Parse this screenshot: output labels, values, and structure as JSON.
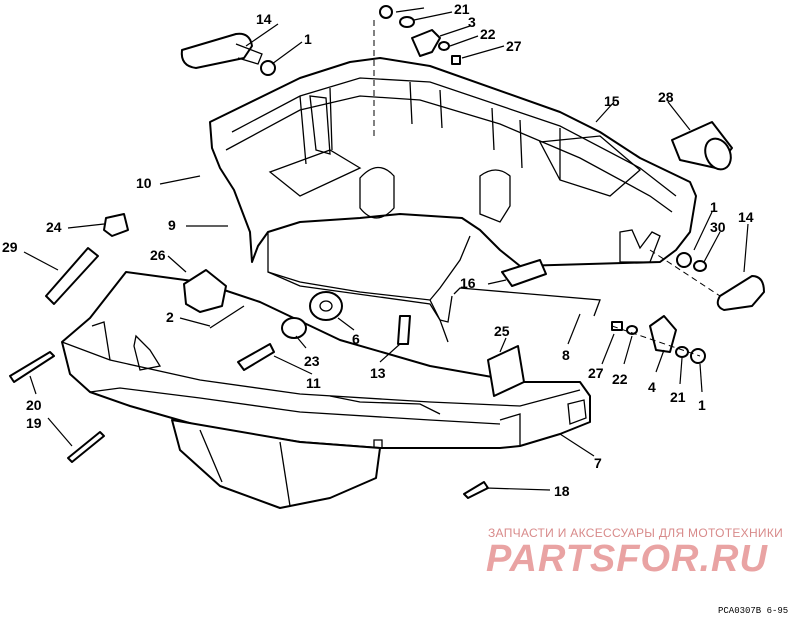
{
  "callouts": [
    "14",
    "1",
    "21",
    "3",
    "22",
    "27",
    "15",
    "28",
    "10",
    "9",
    "24",
    "29",
    "26",
    "2",
    "1",
    "30",
    "14",
    "16",
    "6",
    "25",
    "23",
    "11",
    "13",
    "8",
    "27",
    "22",
    "4",
    "21",
    "1",
    "20",
    "19",
    "7",
    "18"
  ],
  "watermark": {
    "text": "ЗАПЧАСТИ И АКСЕССУАРЫ ДЛЯ МОТОТЕХНИКИ",
    "logo": "PARTSFOR.RU"
  },
  "drawing_code": "PCA0307B  6-95"
}
